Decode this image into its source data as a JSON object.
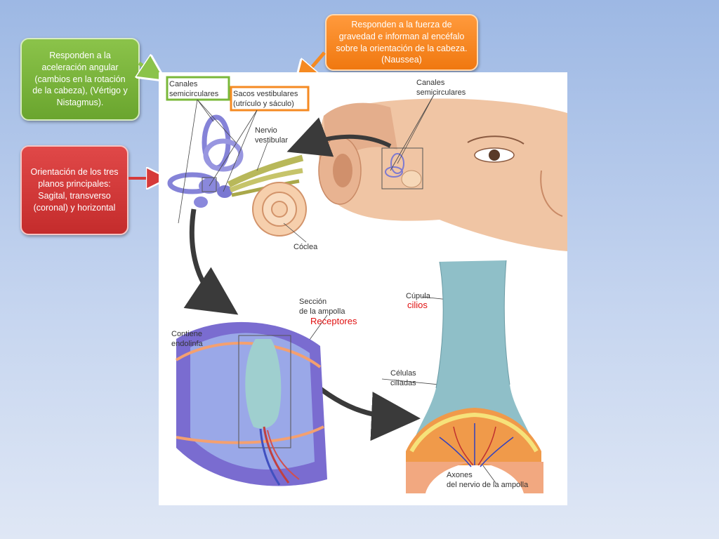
{
  "callouts": {
    "green": "Responden a la aceleración angular (cambios en la rotación de la cabeza), (Vértigo y Nistagmus).",
    "orange": "Responden a la fuerza de gravedad e informan al encéfalo sobre la orientación de la cabeza. (Naussea)",
    "red": "Orientación de los tres planos principales:\nSagital, transverso (coronal) y horizontal"
  },
  "labels": {
    "canales_line1": "Canales",
    "canales_line2": "semicirculares",
    "sacos_line1": "Sacos vestibulares",
    "sacos_line2": "(utrículo y sáculo)",
    "nervio_line1": "Nervio",
    "nervio_line2": "vestibular",
    "canales2_line1": "Canales",
    "canales2_line2": "semicirculares",
    "coclea": "Cóclea",
    "seccion_line1": "Sección",
    "seccion_line2": "de la ampolla",
    "receptores": "Receptores",
    "contiene_line1": "Contiene",
    "contiene_line2": "endolinfa",
    "cupula": "Cúpula",
    "cilios": "cilios",
    "celulas_line1": "Células",
    "celulas_line2": "ciliadas",
    "axones_line1": "Axones",
    "axones_line2": "del nervio de la ampolla"
  },
  "colors": {
    "green_box": "#7ab83a",
    "orange_box": "#f58a22",
    "red_box": "#d63a3a",
    "red_text": "#e01010"
  }
}
